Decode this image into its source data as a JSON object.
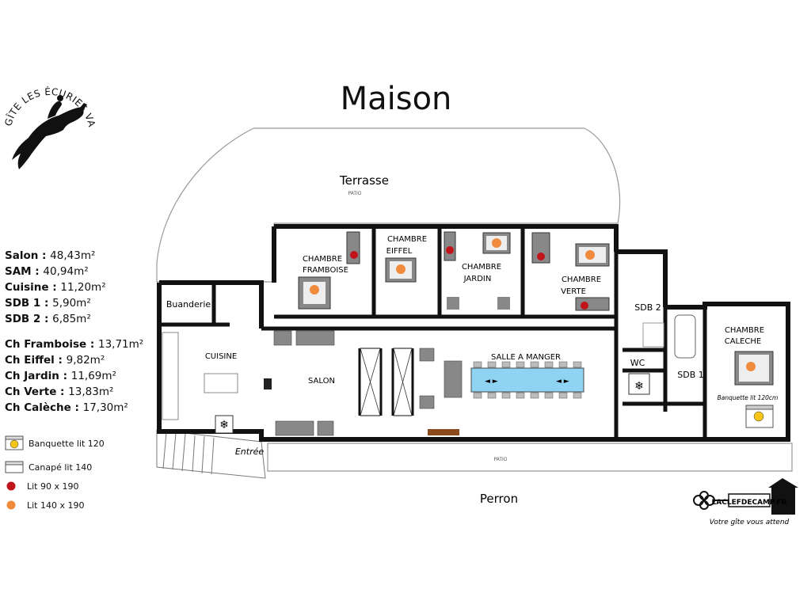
{
  "title": "Maison",
  "logo": {
    "brand_text": "GÎTE LES ÉCURIES VAL DE MAI"
  },
  "areas": [
    {
      "name": "Salon",
      "value": "48,43m²"
    },
    {
      "name": "SAM",
      "value": "40,94m²"
    },
    {
      "name": "Cuisine",
      "value": "11,20m²"
    },
    {
      "name": "SDB 1",
      "value": "5,90m²"
    },
    {
      "name": "SDB 2",
      "value": "6,85m²"
    }
  ],
  "rooms_areas": [
    {
      "name": "Ch Framboise",
      "value": "13,71m²"
    },
    {
      "name": "Ch Eiffel",
      "value": "9,82m²"
    },
    {
      "name": "Ch Jardin",
      "value": "11,69m²"
    },
    {
      "name": "Ch Verte",
      "value": "13,83m²"
    },
    {
      "name": "Ch Calèche",
      "value": "17,30m²"
    }
  ],
  "legend": [
    {
      "label": "Banquette lit 120",
      "kind": "banquette",
      "color": "#f5c518"
    },
    {
      "label": "Canapé lit 140",
      "kind": "canape",
      "color": "#ffffff"
    },
    {
      "label": "Lit 90 x 190",
      "kind": "dot",
      "color": "#c0131a"
    },
    {
      "label": "Lit 140 x 190",
      "kind": "dot",
      "color": "#f08a3c"
    }
  ],
  "plan": {
    "terrasse": "Terrasse",
    "patio_top": "PATIO",
    "patio_bottom": "PATIO",
    "perron": "Perron",
    "entree": "Entrée",
    "buanderie": "Buanderie",
    "cuisine": "CUISINE",
    "salon": "SALON",
    "salle_a_manger": "SALLE A MANGER",
    "framboise_1": "CHAMBRE",
    "framboise_2": "FRAMBOISE",
    "eiffel_1": "CHAMBRE",
    "eiffel_2": "EIFFEL",
    "jardin_1": "CHAMBRE",
    "jardin_2": "JARDIN",
    "verte_1": "CHAMBRE",
    "verte_2": "VERTE",
    "sdb2": "SDB 2",
    "wc": "WC",
    "sdb1": "SDB 1",
    "caleche_1": "CHAMBRE",
    "caleche_2": "CALECHE",
    "banquette_note": "Banquette lit 120cm"
  },
  "footer_logo": {
    "name": "LACLEFDECAMP.FR",
    "tagline": "Votre gîte vous attend"
  }
}
